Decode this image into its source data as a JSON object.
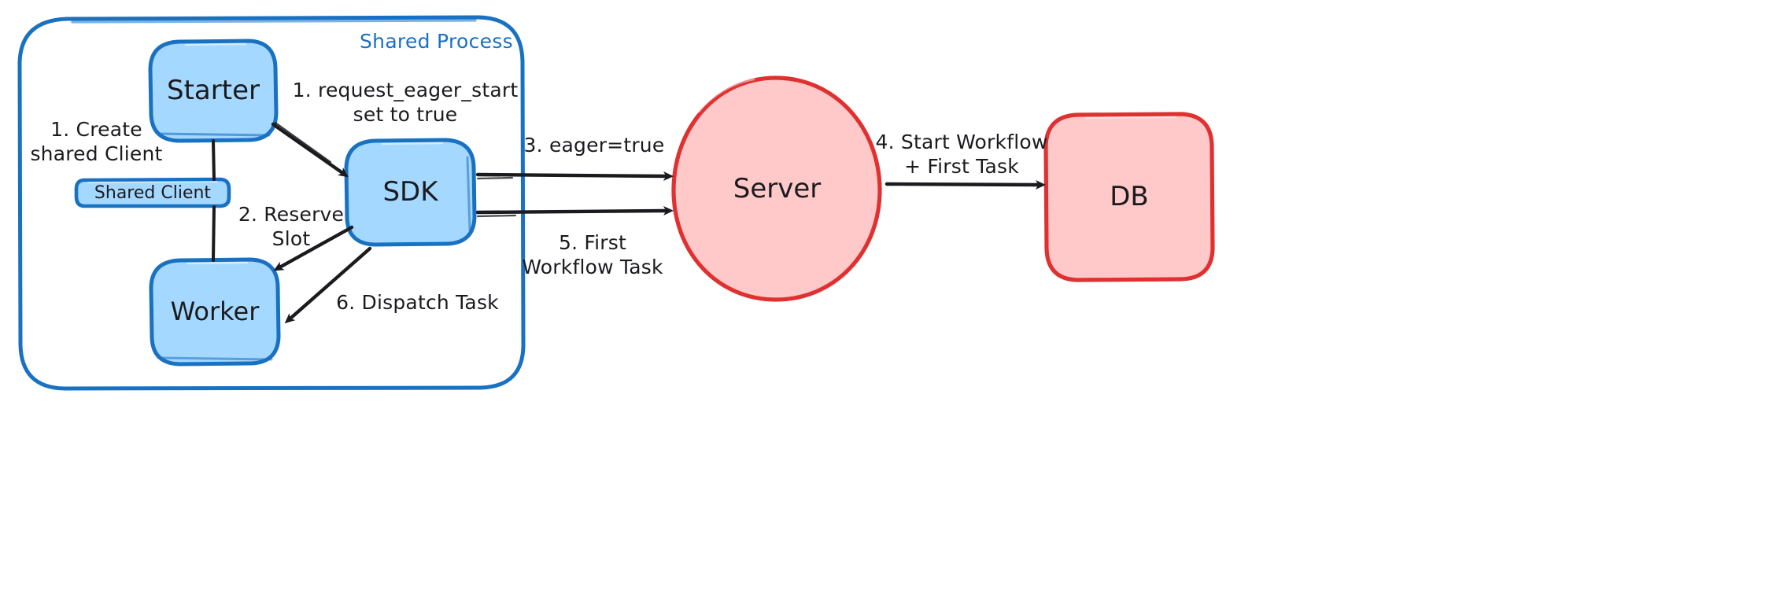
{
  "diagram": {
    "type": "flow-diagram",
    "style": "hand-drawn",
    "background": "#ffffff",
    "colors": {
      "blue_stroke": "#1971c2",
      "blue_fill": "#a5d8ff",
      "red_stroke": "#e03131",
      "red_fill": "#ffc9c9",
      "arrow": "#1b1b1f",
      "text": "#1b1b1f"
    }
  },
  "frame": {
    "label": "Shared Process"
  },
  "nodes": {
    "starter": {
      "label": "Starter",
      "shape": "rounded-rect",
      "fill": "#a5d8ff",
      "stroke": "#1971c2"
    },
    "shared_client": {
      "label": "Shared Client",
      "shape": "rounded-rect",
      "fill": "#a5d8ff",
      "stroke": "#1971c2"
    },
    "worker": {
      "label": "Worker",
      "shape": "rounded-rect",
      "fill": "#a5d8ff",
      "stroke": "#1971c2"
    },
    "sdk": {
      "label": "SDK",
      "shape": "rounded-rect",
      "fill": "#a5d8ff",
      "stroke": "#1971c2"
    },
    "server": {
      "label": "Server",
      "shape": "ellipse",
      "fill": "#ffc9c9",
      "stroke": "#e03131"
    },
    "db": {
      "label": "DB",
      "shape": "rounded-rect",
      "fill": "#ffc9c9",
      "stroke": "#e03131"
    }
  },
  "edges": [
    {
      "id": "create-shared-client",
      "label": "1. Create\nshared Client",
      "from": "starter",
      "to": "worker",
      "arrow": false
    },
    {
      "id": "request-eager-start",
      "label": "1. request_eager_start\nset to true",
      "from": "starter",
      "to": "sdk",
      "arrow": true
    },
    {
      "id": "reserve-slot",
      "label": "2. Reserve\nSlot",
      "from": "sdk",
      "to": "worker",
      "arrow": true
    },
    {
      "id": "dispatch-task",
      "label": "6. Dispatch Task",
      "from": "sdk",
      "to": "worker",
      "arrow": true
    },
    {
      "id": "eager-true",
      "label": "3. eager=true",
      "from": "sdk",
      "to": "server",
      "arrow": true
    },
    {
      "id": "first-workflow-task",
      "label": "5. First\nWorkflow Task",
      "from": "sdk",
      "to": "server",
      "arrow": true
    },
    {
      "id": "start-workflow",
      "label": "4. Start Workflow\n+ First Task",
      "from": "server",
      "to": "db",
      "arrow": true
    }
  ]
}
